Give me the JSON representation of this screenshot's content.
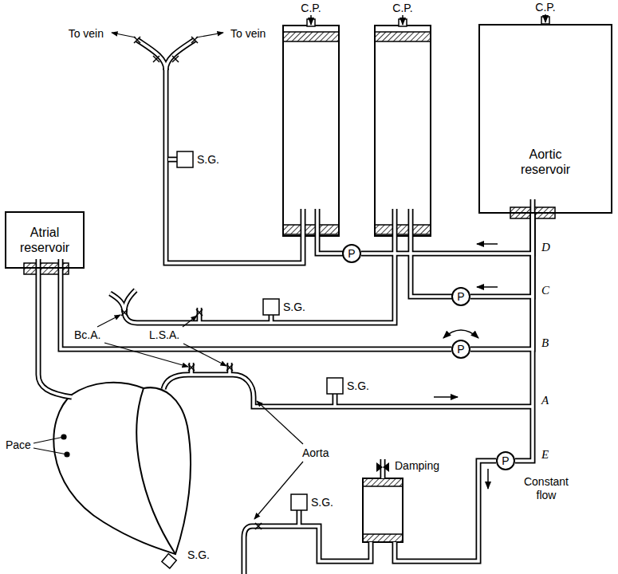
{
  "diagram": {
    "nodes": [
      {
        "text": [
          "Aortic reservoir"
        ]
      },
      {
        "text": [
          "Atrial reservoir"
        ]
      },
      {
        "text": [
          "P"
        ]
      },
      {
        "text": [
          "P"
        ]
      },
      {
        "text": [
          "P"
        ]
      },
      {
        "text": [
          "P"
        ]
      }
    ],
    "edges": [
      {
        "from": 0,
        "to": 2,
        "arrow": "none"
      },
      {
        "from": 0,
        "to": 3,
        "arrow": "none"
      },
      {
        "from": 0,
        "to": 4,
        "arrow": "none"
      },
      {
        "from": 1,
        "to": 4,
        "arrow": "none"
      },
      {
        "from": 0,
        "to": 5,
        "arrow": "none"
      }
    ],
    "labels": [
      "C.P.",
      "C.P.",
      "C.P.",
      "To vein",
      "To vein",
      "S.G.",
      "D",
      "L.S.A.",
      "S.G.",
      "Bc.A.",
      "C",
      "B",
      "S.G.",
      "A",
      "Pace",
      "Aorta",
      "S.G.",
      "Damping",
      "E",
      "Constant flow",
      "S.G."
    ]
  }
}
